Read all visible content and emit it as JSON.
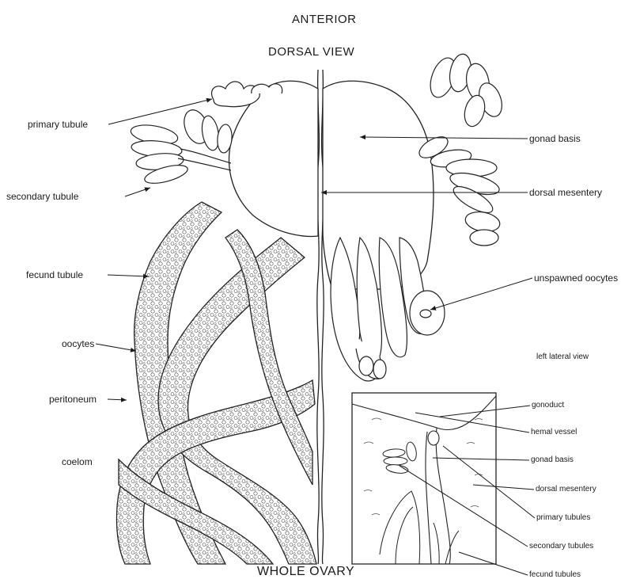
{
  "titles": {
    "anterior": "ANTERIOR",
    "dorsal_view": "DORSAL VIEW",
    "whole_ovary": "WHOLE OVARY",
    "left_lateral_view": "left lateral view"
  },
  "left_labels": {
    "primary_tubule": "primary tubule",
    "secondary_tubule": "secondary tubule",
    "fecund_tubule": "fecund tubule",
    "oocytes": "oocytes",
    "peritoneum": "peritoneum",
    "coelom": "coelom"
  },
  "right_labels": {
    "gonad_basis": "gonad basis",
    "dorsal_mesentery": "dorsal mesentery",
    "unspawned_oocytes": "unspawned oocytes"
  },
  "inset_labels": {
    "gonoduct": "gonoduct",
    "hemal_vessel": "hemal vessel",
    "gonad_basis": "gonad basis",
    "dorsal_mesentery": "dorsal mesentery",
    "primary_tubules": "primary tubules",
    "secondary_tubules": "secondary tubules",
    "fecund_tubules": "fecund tubules"
  }
}
